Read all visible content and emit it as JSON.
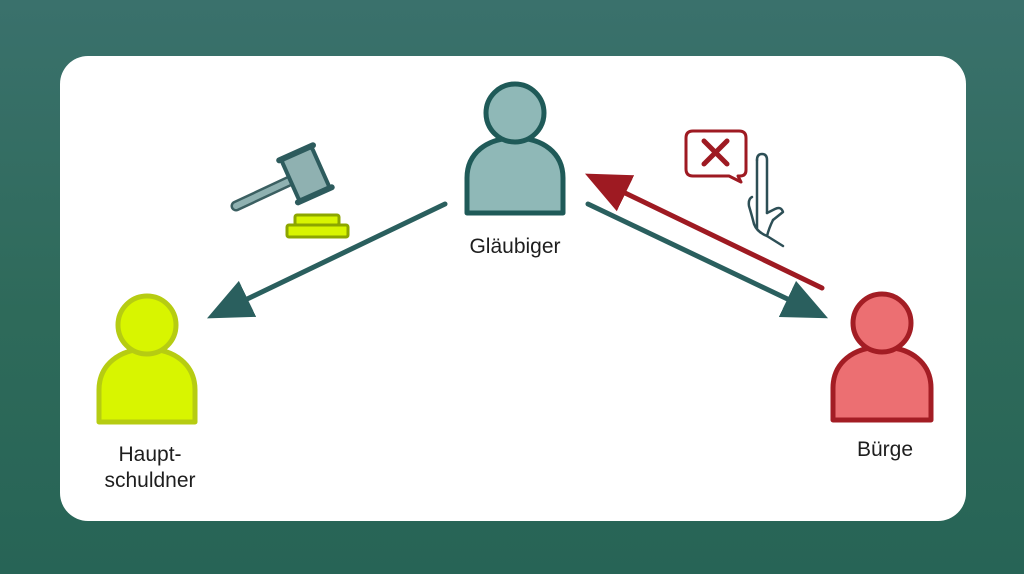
{
  "diagram": {
    "nodes": {
      "glaeubiger": {
        "label": "Gläubiger",
        "color": "#8fb8b7",
        "stroke": "#1f5a58"
      },
      "hauptschuldner": {
        "label_line1": "Haupt-",
        "label_line2": "schuldner",
        "color": "#d8f500",
        "stroke": "#b6cc12"
      },
      "buerge": {
        "label": "Bürge",
        "color": "#ec6f72",
        "stroke": "#a31d24"
      }
    },
    "icons": [
      "judge-gavel-icon",
      "speech-bubble-x-icon",
      "stop-hand-icon"
    ],
    "colors": {
      "background": "#2f6a60",
      "card": "#ffffff",
      "arrow_teal": "#2a5f5e",
      "arrow_red": "#9e1a22"
    }
  }
}
